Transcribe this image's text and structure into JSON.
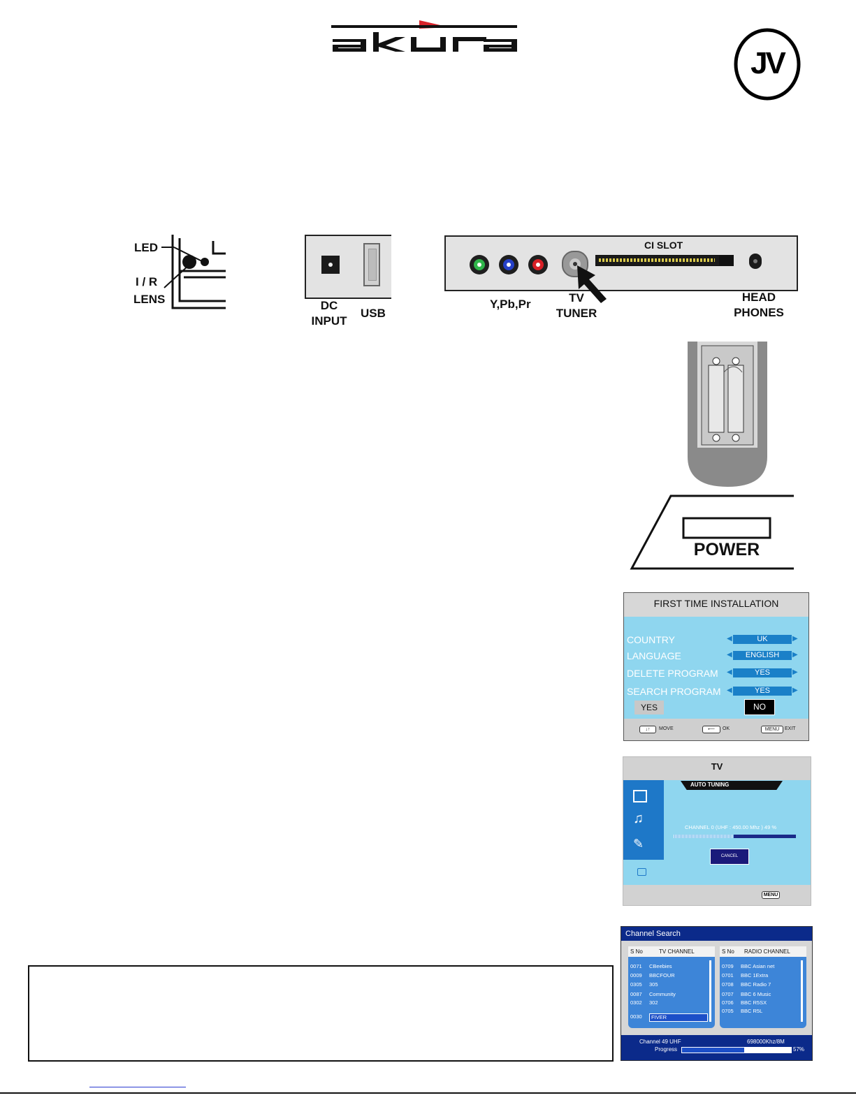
{
  "header": {
    "brand_logo_text": "akura",
    "badge_text": "JV"
  },
  "front_panel": {
    "led_label": "LED",
    "ir_label": "I / R",
    "lens_label": "LENS"
  },
  "side_panel": {
    "dc_label_1": "DC",
    "dc_label_2": "INPUT",
    "usb_label": "USB"
  },
  "rear_panel": {
    "ci_slot_label": "CI SLOT",
    "component_label": "Y,Pb,Pr",
    "tuner_label_1": "TV",
    "tuner_label_2": "TUNER",
    "headphones_label_1": "HEAD",
    "headphones_label_2": "PHONES"
  },
  "power_label": "POWER",
  "first_time_installation": {
    "title": "FIRST TIME INSTALLATION",
    "rows": [
      {
        "label": "COUNTRY",
        "value": "UK"
      },
      {
        "label": "LANGUAGE",
        "value": "ENGLISH"
      },
      {
        "label": "DELETE PROGRAM",
        "value": "YES"
      },
      {
        "label": "SEARCH PROGRAM",
        "value": "YES"
      }
    ],
    "yes_button": "YES",
    "no_button": "NO",
    "footer": {
      "move_key": "↓↑",
      "move_label": "MOVE",
      "ok_label": "OK",
      "menu_key": "MENU",
      "exit_label": "EXIT"
    }
  },
  "tv_screen": {
    "title": "TV",
    "tab": "AUTO TUNING",
    "status": "CHANNEL 0 (UHF : 450.00 Mhz ) 49 %",
    "progress": 0.49,
    "cancel_button": "CANCEL",
    "menu_key": "MENU"
  },
  "channel_search": {
    "title": "Channel Search",
    "tv_header_no": "S No",
    "tv_header_name": "TV CHANNEL",
    "radio_header_no": "S No",
    "radio_header_name": "RADIO CHANNEL",
    "tv_channels": [
      {
        "no": "0071",
        "name": "CBeebies"
      },
      {
        "no": "0009",
        "name": "BBCFOUR"
      },
      {
        "no": "0305",
        "name": "305"
      },
      {
        "no": "0087",
        "name": "Community"
      },
      {
        "no": "0302",
        "name": "302"
      },
      {
        "no": "0030",
        "name": "FIVER"
      }
    ],
    "radio_channels": [
      {
        "no": "0709",
        "name": "BBC Asian net"
      },
      {
        "no": "0701",
        "name": "BBC 1Extra"
      },
      {
        "no": "0708",
        "name": "BBC Radio 7"
      },
      {
        "no": "0707",
        "name": "BBC 6 Music"
      },
      {
        "no": "0706",
        "name": "BBC R5SX"
      },
      {
        "no": "0705",
        "name": "BBC R5L"
      }
    ],
    "channel_info": "Channel 49  UHF",
    "frequency": "698000Khz/8M",
    "progress_label": "Progress",
    "progress_value": "57%",
    "progress": 0.57
  }
}
